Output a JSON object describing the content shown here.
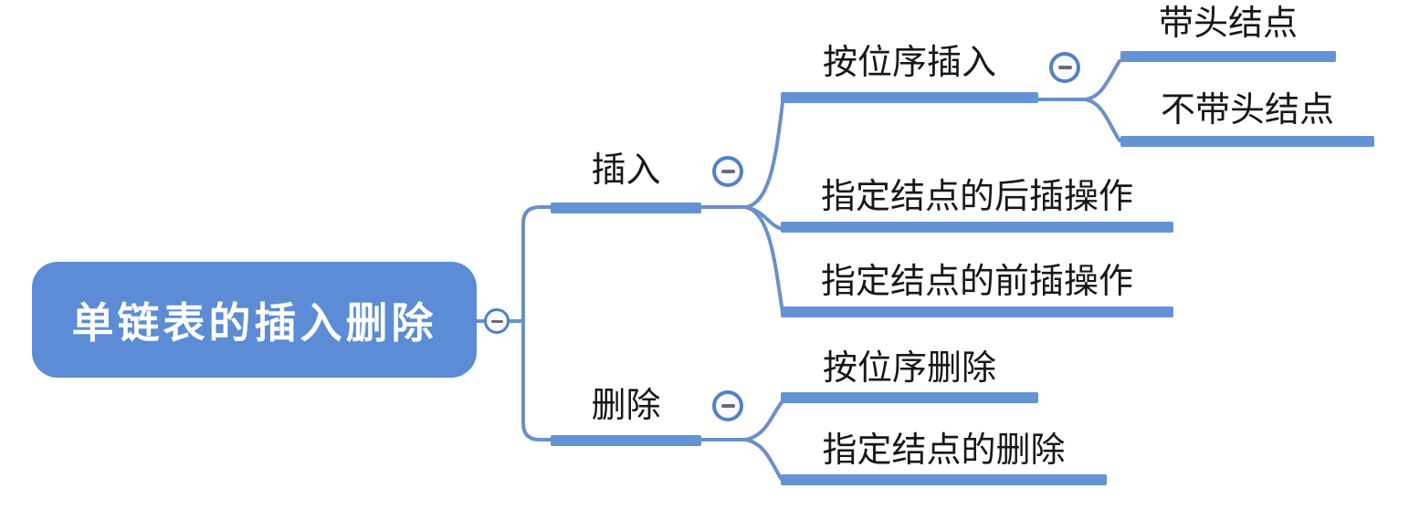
{
  "mindmap": {
    "title": "singly-linked-list insert/delete mind map",
    "root": {
      "label": "单链表的插入删除"
    },
    "branches": [
      {
        "label": "插入",
        "children": [
          {
            "label": "按位序插入",
            "children": [
              {
                "label": "带头结点"
              },
              {
                "label": "不带头结点"
              }
            ]
          },
          {
            "label": "指定结点的后插操作"
          },
          {
            "label": "指定结点的前插操作"
          }
        ]
      },
      {
        "label": "删除",
        "children": [
          {
            "label": "按位序删除"
          },
          {
            "label": "指定结点的删除"
          }
        ]
      }
    ],
    "icons": {
      "collapse": "minus-circle-icon"
    },
    "colors": {
      "root_fill": "#5b8cd5",
      "root_text": "#ffffff",
      "branch_bar": "#6393d4",
      "connector_line": "#6a90c9",
      "collapse_ring": "#4f7fc6",
      "collapse_fill": "#fafbfe",
      "collapse_minus": "#676b7a",
      "node_text": "#17171b",
      "background": "#ffffff"
    }
  }
}
